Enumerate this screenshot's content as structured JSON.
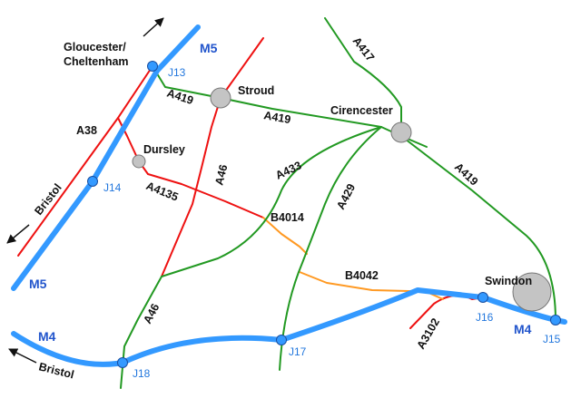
{
  "colors": {
    "motorway": "#3399ff",
    "motorway_label": "#2255cc",
    "junction_fill": "#3399ff",
    "junction_label": "#2277dd",
    "red_road": "#ee1111",
    "green_road": "#229922",
    "orange_road": "#ff9922",
    "town_fill": "#c4c4c4",
    "town_stroke": "#777777",
    "arrow": "#111111"
  },
  "motorways": {
    "m5": "M5",
    "m4": "M4"
  },
  "junctions": {
    "j13": "J13",
    "j14": "J14",
    "j15": "J15",
    "j16": "J16",
    "j17": "J17",
    "j18": "J18"
  },
  "towns": {
    "stroud": "Stroud",
    "cirencester": "Cirencester",
    "dursley": "Dursley",
    "swindon": "Swindon"
  },
  "roads": {
    "a38": "A38",
    "a419": "A419",
    "a46": "A46",
    "a417": "A417",
    "a433": "A433",
    "a429": "A429",
    "a4135": "A4135",
    "b4014": "B4014",
    "b4042": "B4042",
    "a3102": "A3102"
  },
  "destinations": {
    "gloucester": "Gloucester/",
    "cheltenham": "Cheltenham",
    "bristol": "Bristol"
  }
}
